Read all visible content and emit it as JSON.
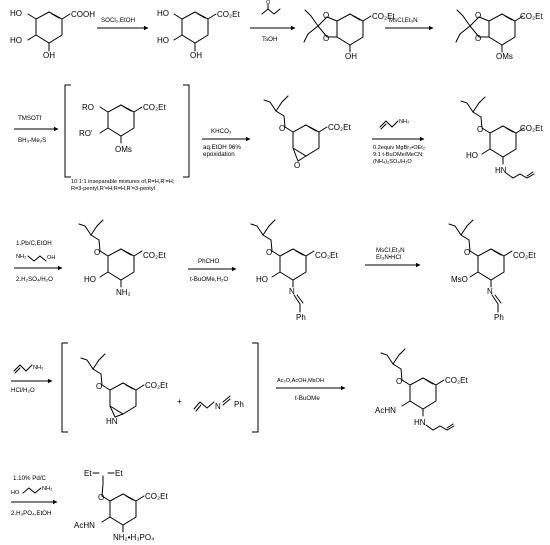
{
  "reagents": {
    "r1": "SOCl₂,EtOH",
    "r2": "TsOH",
    "r3": "MsCl,Et₃N",
    "r4a": "TMSOTf",
    "r4b": "BH₃-Me₂S",
    "r5a": "KHCO₃",
    "r5b": "aq.EtOH 96%",
    "r5c": "epoxidation",
    "r6a": "0.2equiv MgBr₂•OEt₂",
    "r6b": "9:1 t-BuOMe/MeCN;",
    "r6c": "(NH₄)₂SO₄/H₂O",
    "r7a": "1.Pb/C,EtOH",
    "r7b": "2.H₂SO₄/H₂O",
    "r8a": "PhCHO",
    "r8b": "t-BuOMe,H₂O",
    "r9a": "MsCl,Et₃N",
    "r9b": "Et₃N•HCl",
    "r10": "HCl/H₂O",
    "r11a": "Ac₂O,AcOH,MsOH",
    "r11b": "t-BuOMe",
    "r12a": "1.10% Pd/C",
    "r12b": "2.H₃PO₄,EtOH"
  },
  "note": {
    "line1": "10:1:1 inseparable mixtures of,R=H,R'=H;",
    "line2": "R=3-pentyl,R'=H;R=H,R'=3-pentyl"
  },
  "labels": {
    "cooh": "COOH",
    "co2et": "CO₂Et",
    "ho": "HO",
    "oh": "OH",
    "o": "O",
    "oms": "OMs",
    "ro": "RO",
    "rpo": "RO'",
    "nh2": "NH₂",
    "hn": "HN",
    "n": "N",
    "ph": "Ph",
    "ms_o": "MsO",
    "achn": "AcHN",
    "nh2_h3po4": "NH₂•H₃PO₄",
    "plus": "+",
    "et": "Et"
  }
}
